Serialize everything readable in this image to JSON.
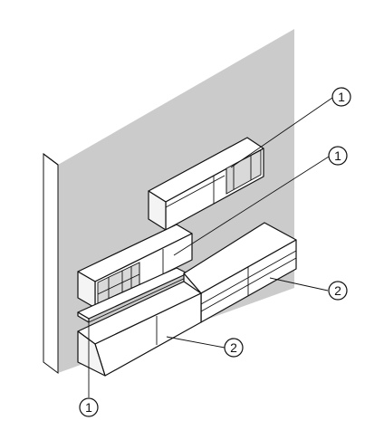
{
  "diagram": {
    "colors": {
      "wall": "#cbcbcb",
      "line": "#111111",
      "background": "#ffffff"
    },
    "callouts": [
      {
        "id": "c1",
        "label": "1"
      },
      {
        "id": "c2",
        "label": "1"
      },
      {
        "id": "c3",
        "label": "2"
      },
      {
        "id": "c4",
        "label": "2"
      },
      {
        "id": "c5",
        "label": "1"
      }
    ]
  }
}
